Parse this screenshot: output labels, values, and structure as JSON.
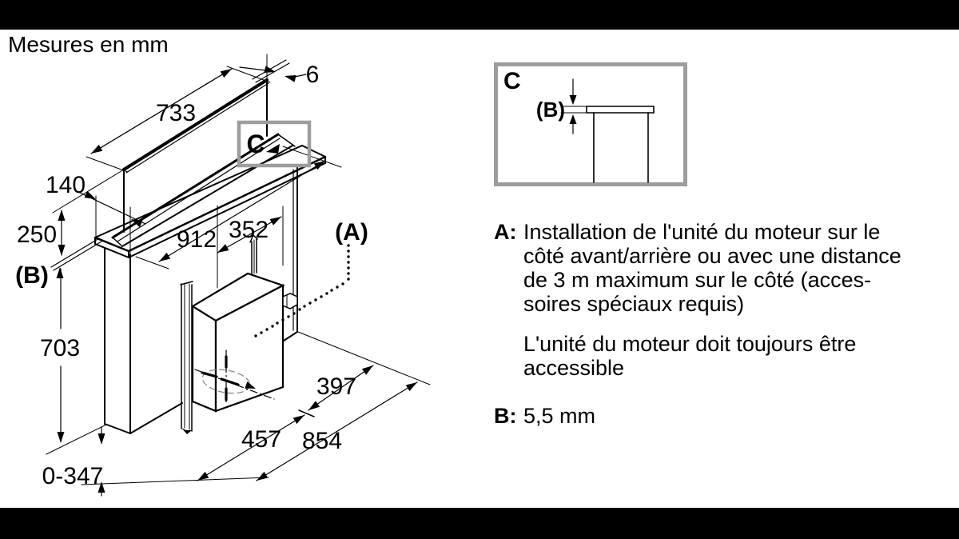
{
  "title": "Mesures en mm",
  "colors": {
    "line": "#000000",
    "detail_frame_gray": "#9d9d9d",
    "bar_black": "#000000",
    "background": "#ffffff"
  },
  "diagram": {
    "dim_labels": {
      "d733": "733",
      "d6": "6",
      "d140": "140",
      "d250": "250",
      "dB": "(B)",
      "d703": "703",
      "d0347": "0-347",
      "d912": "912",
      "d352": "352",
      "dA": "(A)",
      "d397": "397",
      "d457": "457",
      "d854": "854",
      "detail_marker": "C"
    }
  },
  "detail_inset": {
    "label": "C",
    "dim_label": "(B)"
  },
  "notes": {
    "a_key": "A:",
    "a_text": "Installation de l'unité du moteur sur le\ncôté avant/arrière ou avec une distance\nde 3 m maximum sur le côté (acces-\nsoires spéciaux requis)",
    "a_note": "L'unité du moteur doit toujours être\naccessible",
    "b_key": "B:",
    "b_value": "5,5 mm"
  }
}
